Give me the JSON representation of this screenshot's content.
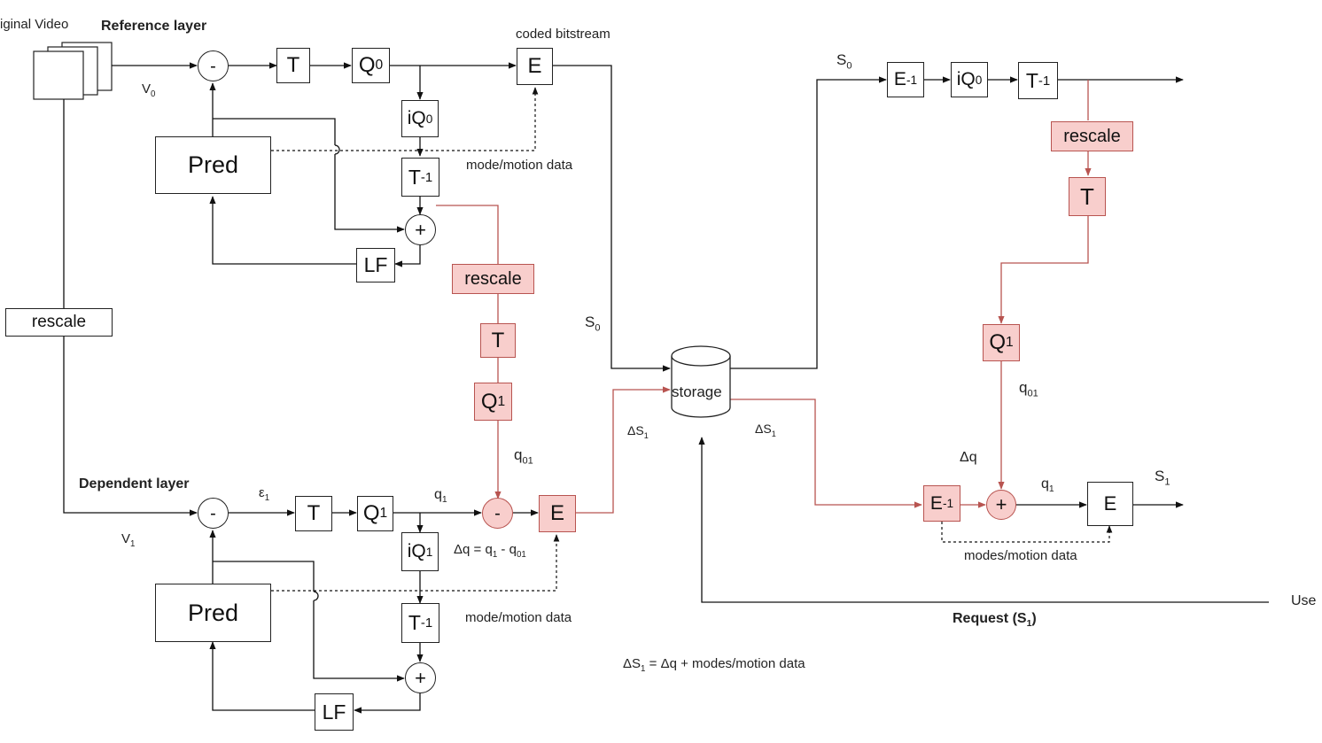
{
  "labels": {
    "original_video": "iginal Video",
    "reference_layer": "Reference layer",
    "dependent_layer": "Dependent layer",
    "coded_bitstream": "coded bitstream",
    "mode_motion_ref": "mode/motion data",
    "mode_motion_dep": "mode/motion data",
    "modes_motion_dec": "modes/motion data",
    "v": "V",
    "sub0": "0",
    "sub1": "1",
    "sub01": "01",
    "s": "S",
    "epsilon": "ε",
    "q": "q",
    "delta_q": "Δq",
    "delta_s": "ΔS",
    "dq_eq_prefix": "Δq = q",
    "dq_eq_mid": " - q",
    "ds_eq_prefix": "ΔS",
    "ds_eq_suffix": " = Δq + modes/motion data",
    "request": "Request (S",
    "request_close": ")",
    "user": "Use"
  },
  "blocks": {
    "rescale_left": "rescale",
    "T": "T",
    "Q": "Q",
    "iQ": "iQ",
    "T_inv": "T",
    "inv_exp": "-1",
    "E": "E",
    "pred": "Pred",
    "LF": "LF",
    "rescale": "rescale",
    "storage": "storage",
    "minus": "-",
    "plus": "+"
  },
  "colors": {
    "line": "#111111",
    "pink_fill": "#f8cecc",
    "pink_stroke": "#b85450"
  }
}
